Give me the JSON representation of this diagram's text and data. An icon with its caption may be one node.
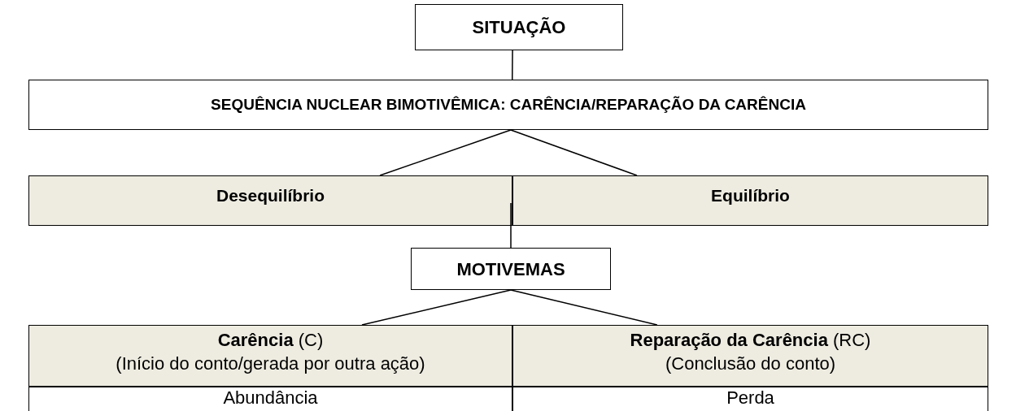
{
  "diagram": {
    "nodes": [
      {
        "text": [
          "SITUAÇÃO"
        ]
      },
      {
        "text": [
          "SEQUÊNCIA NUCLEAR BIMOTIVÊMICA: CARÊNCIA/REPARAÇÃO DA CARÊNCIA"
        ]
      },
      {
        "text": [
          "Desequilíbrio"
        ]
      },
      {
        "text": [
          "Equilíbrio"
        ]
      },
      {
        "text": [
          "MOTIVEMAS"
        ]
      },
      {
        "text": [
          "**Carência** (C)",
          "(Início do conto/gerada por outra ação)"
        ]
      },
      {
        "text": [
          "**Reparação da Carência** (RC)",
          "(Conclusão do conto)"
        ]
      },
      {
        "text": [
          "Abundância"
        ]
      },
      {
        "text": [
          "Perda"
        ]
      }
    ],
    "edges": [
      {
        "from": 0,
        "to": 1,
        "arrow": "none"
      },
      {
        "from": 1,
        "to": 2,
        "arrow": "none"
      },
      {
        "from": 1,
        "to": 3,
        "arrow": "none"
      },
      {
        "from": 2,
        "to": 4,
        "arrow": "none"
      },
      {
        "from": 4,
        "to": 5,
        "arrow": "none"
      },
      {
        "from": 4,
        "to": 6,
        "arrow": "none"
      }
    ]
  }
}
